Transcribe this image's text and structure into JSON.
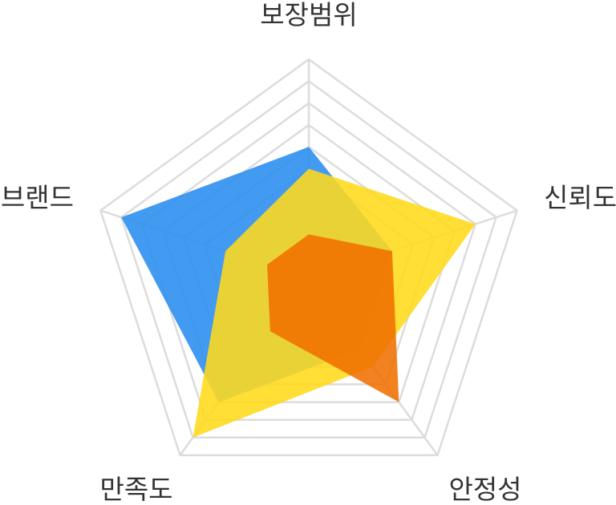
{
  "chart_data": {
    "type": "radar",
    "title": "",
    "axes": [
      "보장범위",
      "신뢰도",
      "안정성",
      "만족도",
      "브랜드"
    ],
    "scale": {
      "min": 0,
      "max": 10,
      "gridlines": 10,
      "grid": true
    },
    "legend": "none",
    "series": [
      {
        "color": "#2f8ff0",
        "opacity": 0.9,
        "values": [
          6,
          4,
          4,
          7,
          9
        ]
      },
      {
        "color": "#ffd91a",
        "opacity": 0.88,
        "values": [
          5,
          8,
          5,
          9,
          4
        ]
      },
      {
        "color": "#f07000",
        "opacity": 0.88,
        "values": [
          2,
          4,
          7,
          3,
          2
        ]
      }
    ]
  }
}
